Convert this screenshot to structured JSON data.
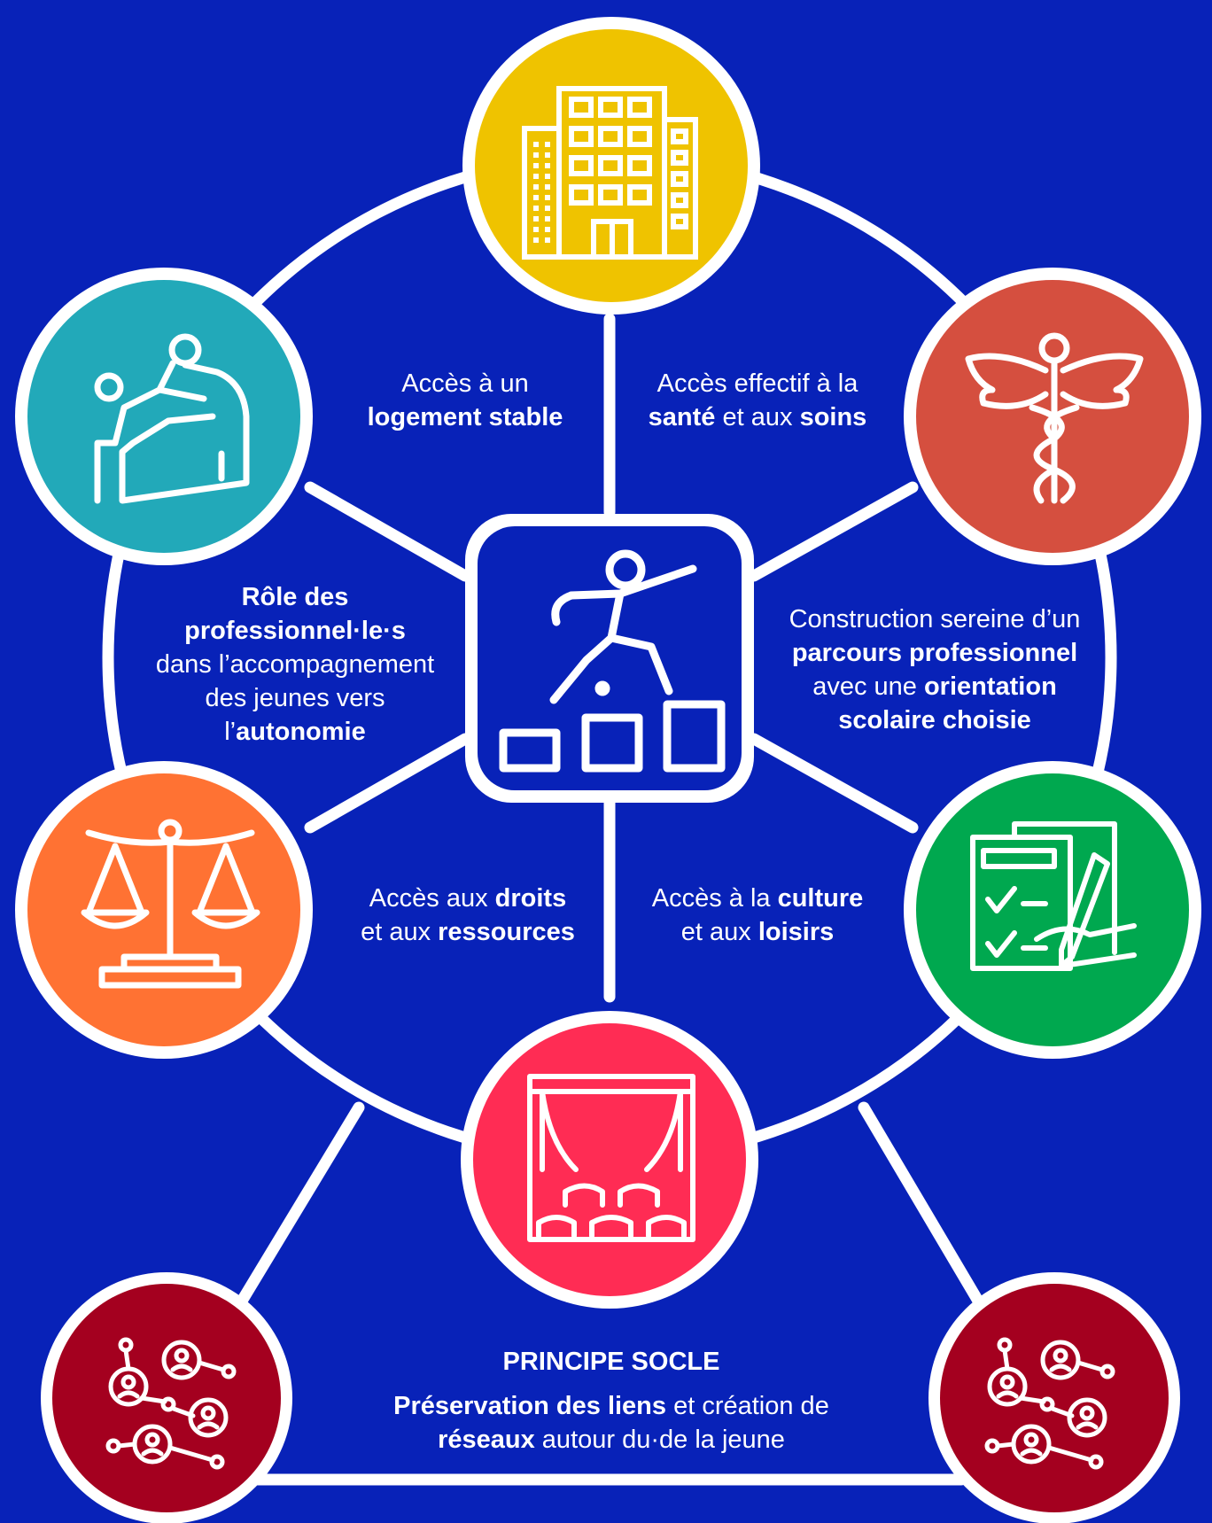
{
  "colors": {
    "background": "#0822b8",
    "lines": "#ffffff",
    "housing": "#efc300",
    "health": "#d54f3f",
    "career": "#00a84f",
    "culture": "#ff2c54",
    "rights": "#ff7233",
    "professionals": "#22a9b9",
    "network": "#a4001f",
    "center": "#0822b8"
  },
  "icons": {
    "center": "person-jumping-steps-icon",
    "housing": "building-icon",
    "health": "caduceus-icon",
    "career": "checklist-signing-icon",
    "culture": "theater-stage-icon",
    "rights": "scales-of-justice-icon",
    "professionals": "helping-hand-climb-icon",
    "network": "people-network-icon"
  },
  "labels": {
    "housing": [
      [
        {
          "t": "Accès à un",
          "b": false
        }
      ],
      [
        {
          "t": "logement stable",
          "b": true
        }
      ]
    ],
    "health": [
      [
        {
          "t": "Accès effectif à la",
          "b": false
        }
      ],
      [
        {
          "t": "santé",
          "b": true
        },
        {
          "t": " et aux ",
          "b": false
        },
        {
          "t": "soins",
          "b": true
        }
      ]
    ],
    "professionals": [
      [
        {
          "t": "Rôle des",
          "b": true
        }
      ],
      [
        {
          "t": "professionnel·le·s",
          "b": true
        }
      ],
      [
        {
          "t": "dans l’accompagnement",
          "b": false
        }
      ],
      [
        {
          "t": "des jeunes vers",
          "b": false
        }
      ],
      [
        {
          "t": "l’",
          "b": false
        },
        {
          "t": "autonomie",
          "b": true
        }
      ]
    ],
    "career": [
      [
        {
          "t": "Construction sereine d’un",
          "b": false
        }
      ],
      [
        {
          "t": "parcours professionnel",
          "b": true
        }
      ],
      [
        {
          "t": "avec une ",
          "b": false
        },
        {
          "t": "orientation",
          "b": true
        }
      ],
      [
        {
          "t": "scolaire choisie",
          "b": true
        }
      ]
    ],
    "rights": [
      [
        {
          "t": "Accès aux ",
          "b": false
        },
        {
          "t": "droits",
          "b": true
        }
      ],
      [
        {
          "t": "et aux ",
          "b": false
        },
        {
          "t": "ressources",
          "b": true
        }
      ]
    ],
    "culture": [
      [
        {
          "t": "Accès à la ",
          "b": false
        },
        {
          "t": "culture",
          "b": true
        }
      ],
      [
        {
          "t": "et aux ",
          "b": false
        },
        {
          "t": "loisirs",
          "b": true
        }
      ]
    ],
    "socle": [
      [
        {
          "t": "Préservation des liens",
          "b": true
        },
        {
          "t": " et création de",
          "b": false
        }
      ],
      [
        {
          "t": "réseaux",
          "b": true
        },
        {
          "t": " autour du·de la jeune",
          "b": false
        }
      ]
    ]
  },
  "socle_title": "PRINCIPE SOCLE"
}
